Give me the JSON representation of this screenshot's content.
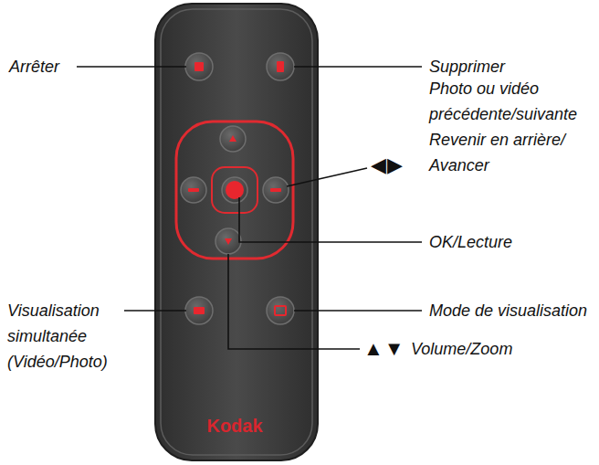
{
  "diagram": {
    "labels": [
      "Arrêter",
      "Supprimer",
      "◀▶",
      "Photo ou vidéo précédente/suivante",
      "Revenir en arrière/ Avancer",
      "OK/Lecture",
      "Visualisation simultanée (Vidéo/Photo)",
      "Mode de visualisation",
      "▲▼",
      "Volume/Zoom",
      "Kodak"
    ]
  }
}
